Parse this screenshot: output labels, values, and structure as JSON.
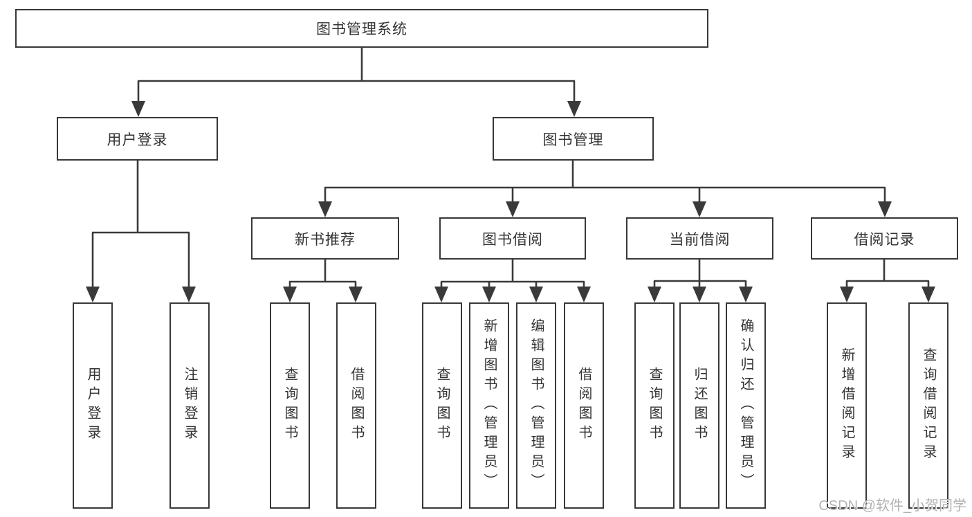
{
  "diagram": {
    "root": {
      "label": "图书管理系统"
    },
    "level2": [
      {
        "label": "用户登录"
      },
      {
        "label": "图书管理"
      }
    ],
    "level3": [
      {
        "label": "新书推荐",
        "parent": "图书管理"
      },
      {
        "label": "图书借阅",
        "parent": "图书管理"
      },
      {
        "label": "当前借阅",
        "parent": "图书管理"
      },
      {
        "label": "借阅记录",
        "parent": "图书管理"
      }
    ],
    "leaves": [
      {
        "label": "用户登录",
        "parent": "用户登录"
      },
      {
        "label": "注销登录",
        "parent": "用户登录"
      },
      {
        "label": "查询图书",
        "parent": "新书推荐"
      },
      {
        "label": "借阅图书",
        "parent": "新书推荐"
      },
      {
        "label": "查询图书",
        "parent": "图书借阅"
      },
      {
        "label": "新增图书（管理员）",
        "parent": "图书借阅"
      },
      {
        "label": "编辑图书（管理员）",
        "parent": "图书借阅"
      },
      {
        "label": "借阅图书",
        "parent": "图书借阅"
      },
      {
        "label": "查询图书",
        "parent": "当前借阅"
      },
      {
        "label": "归还图书",
        "parent": "当前借阅"
      },
      {
        "label": "确认归还（管理员）",
        "parent": "当前借阅"
      },
      {
        "label": "新增借阅记录",
        "parent": "借阅记录"
      },
      {
        "label": "查询借阅记录",
        "parent": "借阅记录"
      }
    ]
  },
  "watermark": {
    "text": "CSDN @软件_小贺同学"
  },
  "colors": {
    "line": "#3a3a3a",
    "border": "#383838",
    "text": "#333333",
    "watermark": "#b2b2b2",
    "background": "#ffffff"
  }
}
